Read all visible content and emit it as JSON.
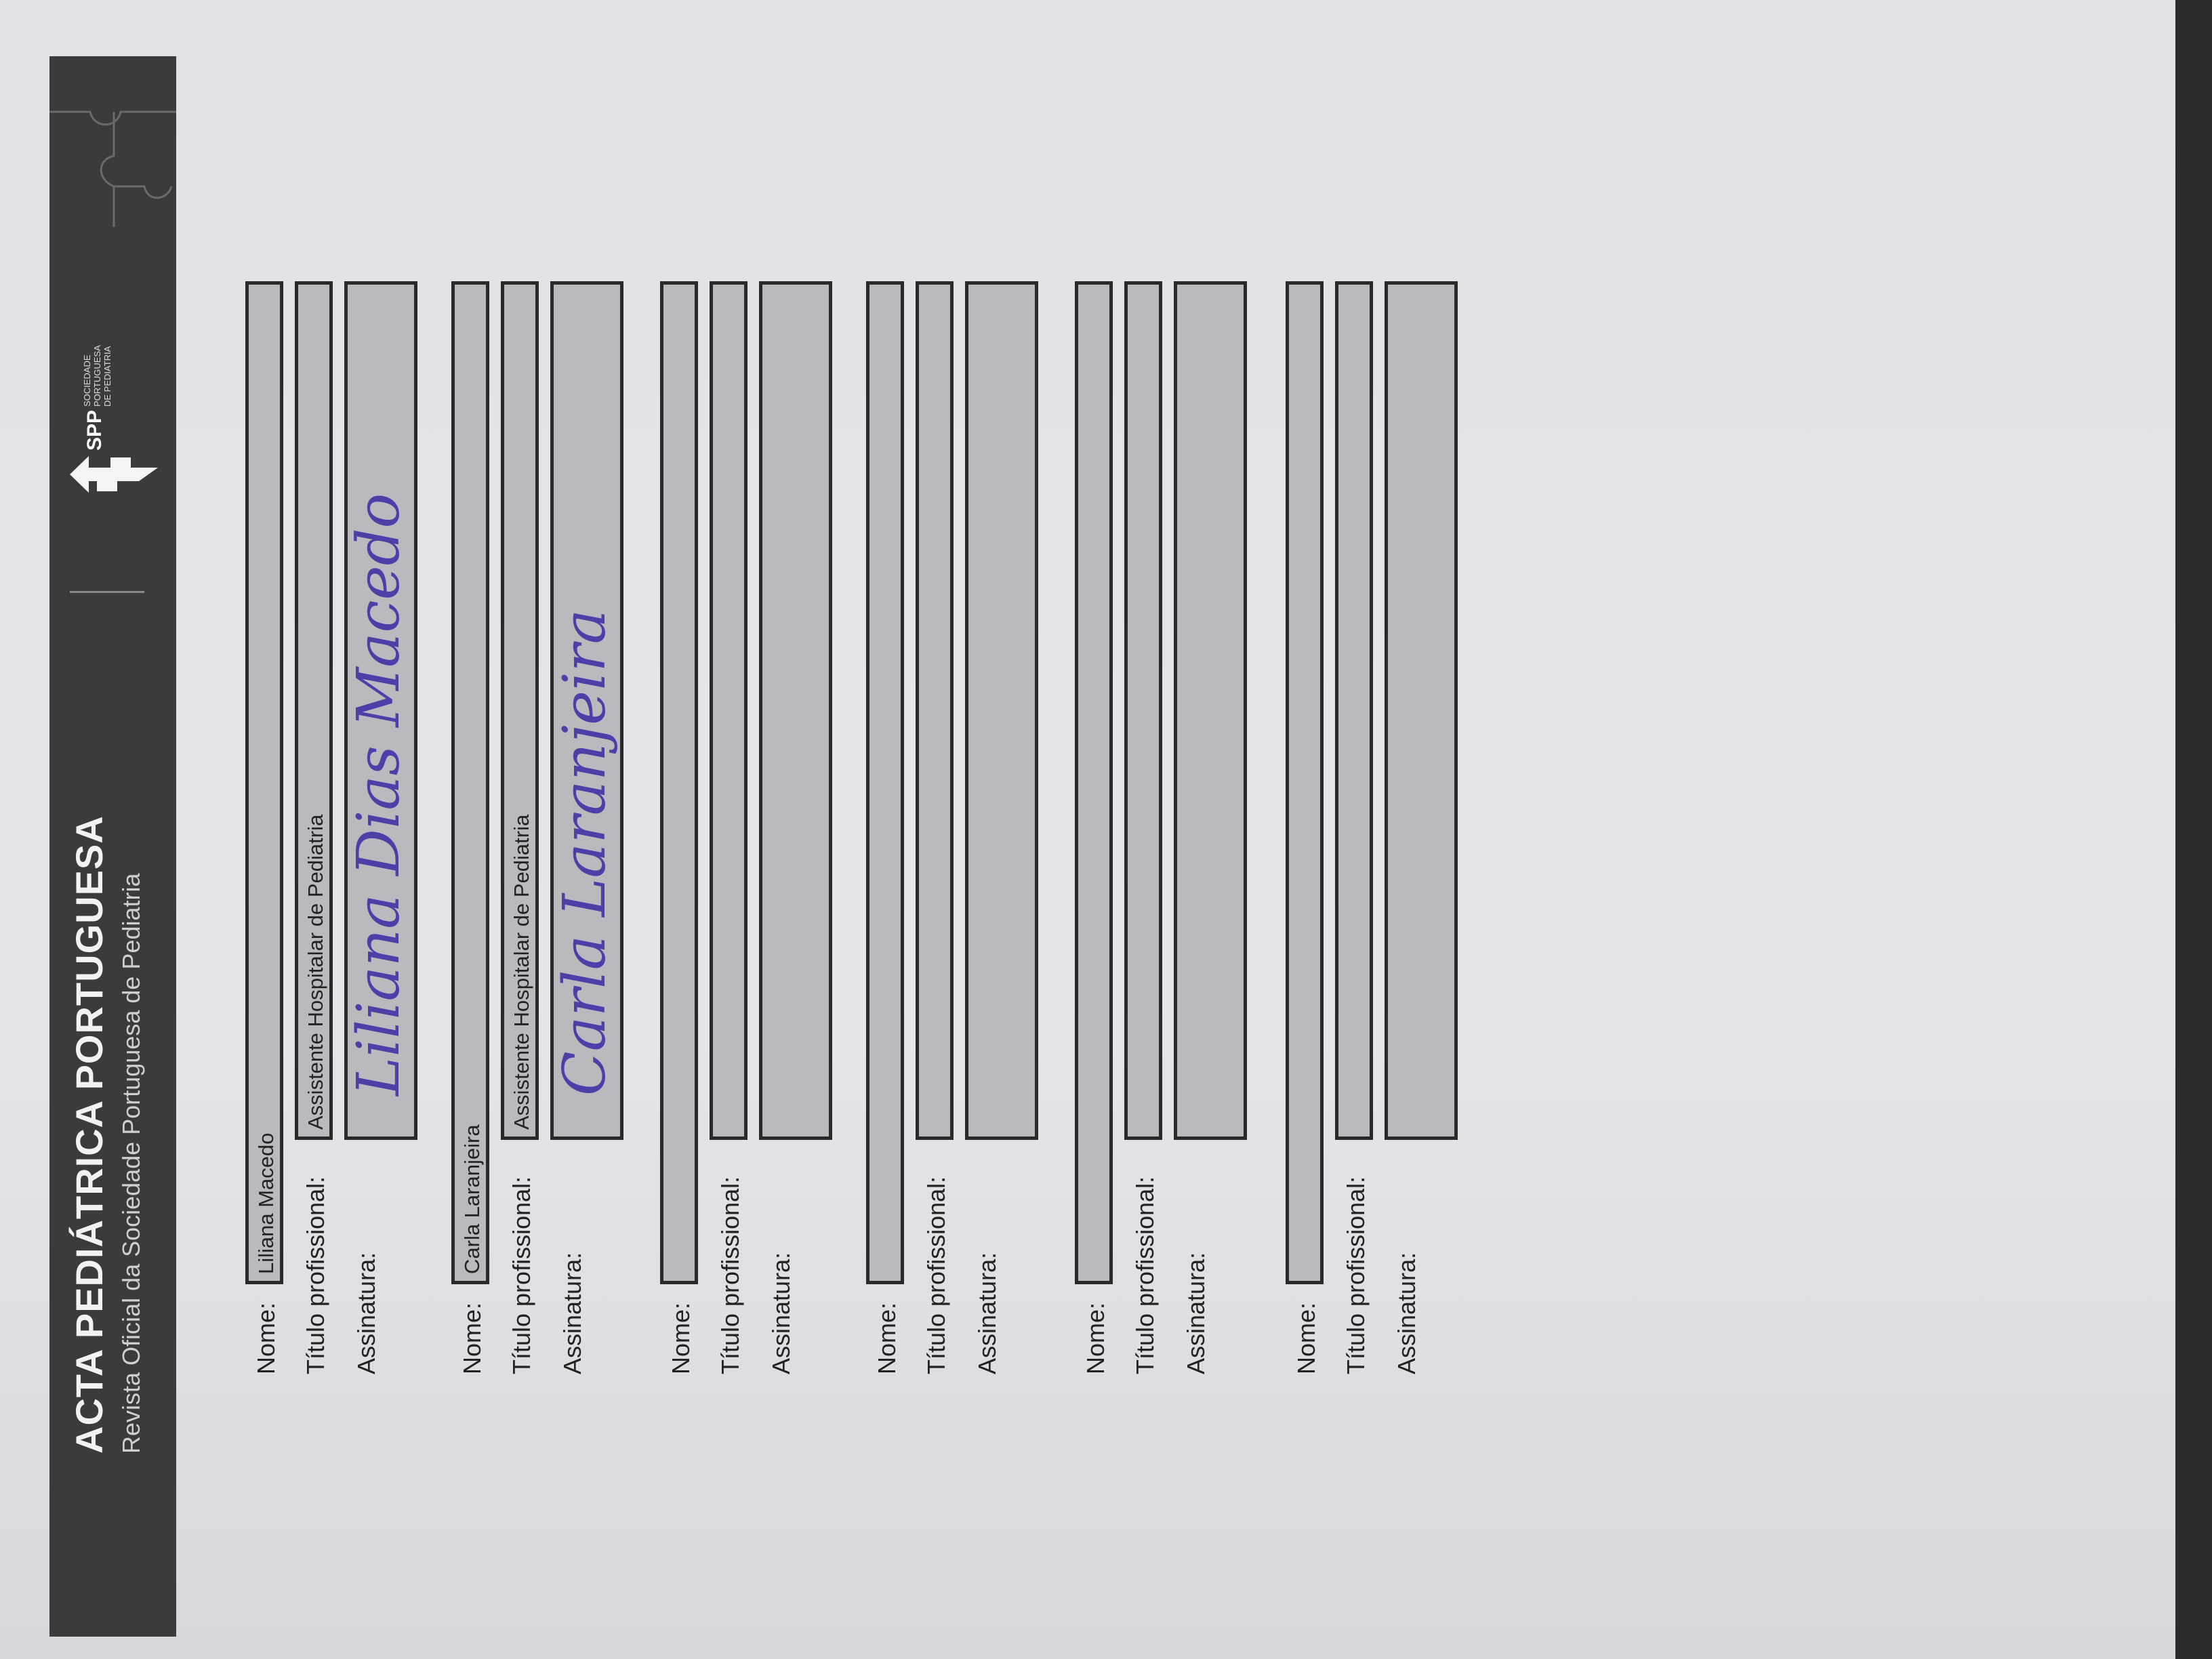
{
  "header": {
    "title": "ACTA PEDIÁTRICA PORTUGUESA",
    "subtitle": "Revista Oficial da Sociedade Portuguesa de Pediatria",
    "logo_acronym": "SPP",
    "logo_text": "SOCIEDADE\nPORTUGUESA\nDE PEDIATRIA"
  },
  "labels": {
    "nome": "Nome:",
    "titulo": "Título profissional:",
    "assinatura": "Assinatura:"
  },
  "entries": [
    {
      "nome": "Liliana Macedo",
      "titulo": "Assistente Hospitalar de Pediatria",
      "assinatura": "Liliana Dias Macedo"
    },
    {
      "nome": "Carla Laranjeira",
      "titulo": "Assistente Hospitalar de Pediatria",
      "assinatura": "Carla Laranjeira"
    },
    {
      "nome": "",
      "titulo": "",
      "assinatura": ""
    },
    {
      "nome": "",
      "titulo": "",
      "assinatura": ""
    },
    {
      "nome": "",
      "titulo": "",
      "assinatura": ""
    },
    {
      "nome": "",
      "titulo": "",
      "assinatura": ""
    }
  ],
  "colors": {
    "header_bg": "#3b3a3c",
    "field_bg": "#bab9bd",
    "ink": "#4b3fa8"
  }
}
